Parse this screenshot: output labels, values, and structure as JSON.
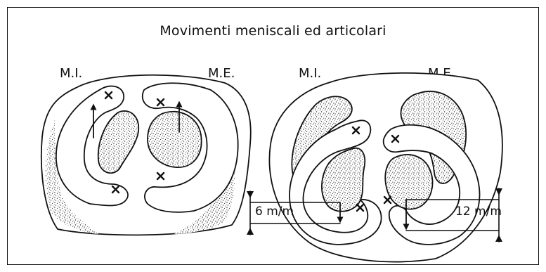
{
  "title": "Movimenti meniscali ed articolari",
  "left_knee": {
    "label_medial": "M.I.",
    "label_lateral": "M.E."
  },
  "right_knee": {
    "label_medial": "M.I.",
    "label_lateral": "M.E.",
    "measure_medial": "6 m/m",
    "measure_lateral": "12 m/m"
  },
  "colors": {
    "line": "#111111",
    "stipple": "#555555",
    "background": "#ffffff"
  }
}
